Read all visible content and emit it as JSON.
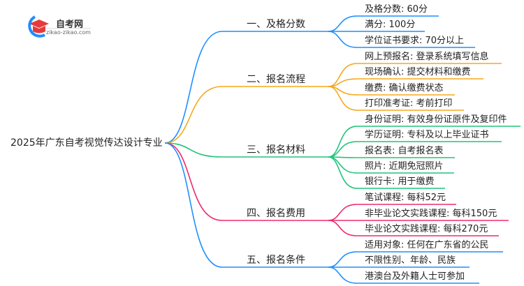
{
  "logo": {
    "title": "自考网",
    "subtitle": "zikao-zikao.com"
  },
  "root": "2025年广东自考视觉传达设计专业",
  "colors": [
    "#1e8fff",
    "#f5a81c",
    "#22c47a",
    "#f0286e",
    "#1e8fff"
  ],
  "branches": [
    {
      "label": "一、及格分数",
      "leaves": [
        "及格分数: 60分",
        "满分: 100分",
        "学位证书要求: 70分以上"
      ]
    },
    {
      "label": "二、报名流程",
      "leaves": [
        "网上预报名: 登录系统填写信息",
        "现场确认: 提交材料和缴费",
        "缴费: 确认缴费状态",
        "打印准考证: 考前打印"
      ]
    },
    {
      "label": "三、报名材料",
      "leaves": [
        "身份证明: 有效身份证原件及复印件",
        "学历证明: 专科及以上毕业证书",
        "报名表: 自考报名表",
        "照片: 近期免冠照片",
        "银行卡: 用于缴费"
      ]
    },
    {
      "label": "四、报名费用",
      "leaves": [
        "笔试课程: 每科52元",
        "非毕业论文实践课程: 每科150元",
        "毕业论文实践课程: 每科270元"
      ]
    },
    {
      "label": "五、报名条件",
      "leaves": [
        "适用对象: 任何在广东省的公民",
        "不限性别、年龄、民族",
        "港澳台及外籍人士可参加"
      ]
    }
  ]
}
